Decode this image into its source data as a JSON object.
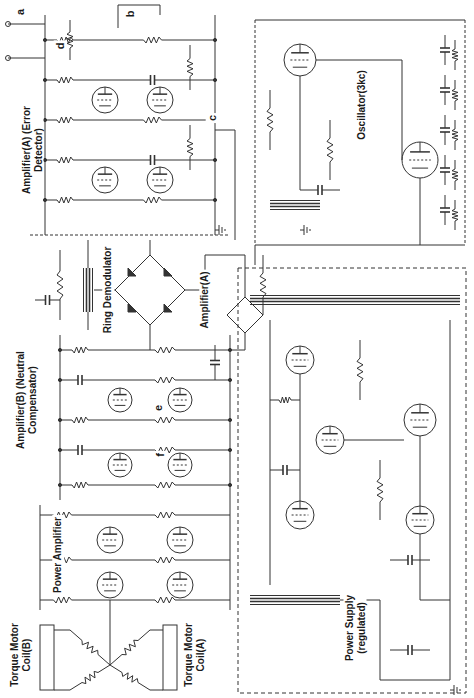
{
  "diagram": {
    "labels": [
      "a",
      "d",
      "b",
      "Amplifier(A) (Error Detector)",
      "c",
      "Ring Demodulator",
      "Amplifier(B) (Neutral Compensator)",
      "e",
      "f",
      "Amplifier(A)",
      "Power Amplifier",
      "Torque Motor Coil(B)",
      "Torque Motor Coil(A)",
      "Oscillator(3kc)",
      "Power Supply (regulated)"
    ]
  }
}
